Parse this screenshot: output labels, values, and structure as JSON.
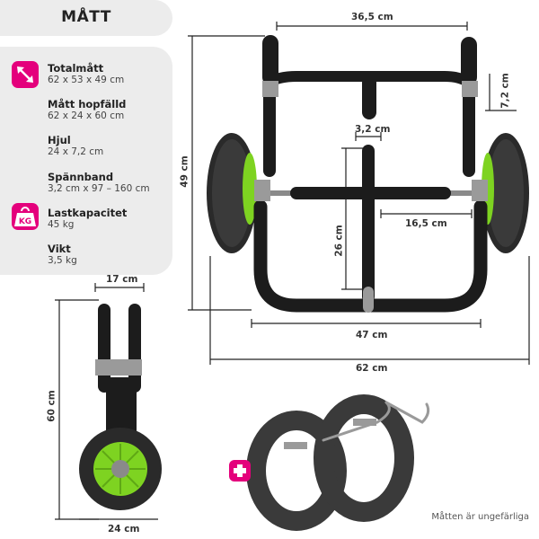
{
  "title": "MÅTT",
  "specs": [
    {
      "label": "Totalmått",
      "value": "62 x 53 x 49 cm",
      "icon": "resize-arrows-icon"
    },
    {
      "label": "Mått hopfälld",
      "value": "62 x 24 x 60 cm"
    },
    {
      "label": "Hjul",
      "value": "24 x 7,2 cm"
    },
    {
      "label": "Spännband",
      "value": "3,2 cm x 97 – 160 cm"
    },
    {
      "label": "Lastkapacitet",
      "value": "45 kg",
      "icon": "weight-kg-icon",
      "icon_text": "KG"
    },
    {
      "label": "Vikt",
      "value": "3,5 kg"
    }
  ],
  "dimensions": {
    "top_width": "36,5 cm",
    "wheel_width": "7,2 cm",
    "strap_width": "3,2 cm",
    "height": "49 cm",
    "inner_height": "26 cm",
    "axle_half": "16,5 cm",
    "inner_width": "47 cm",
    "total_width": "62 cm",
    "folded_depth": "17 cm",
    "folded_height": "60 cm",
    "folded_width": "24 cm"
  },
  "plus_icon": "plus-icon",
  "note": "Måtten är ungefärliga",
  "colors": {
    "accent": "#e4007c",
    "wheel_green": "#7ed321",
    "frame": "#1c1c1c",
    "panel": "#ececec"
  }
}
